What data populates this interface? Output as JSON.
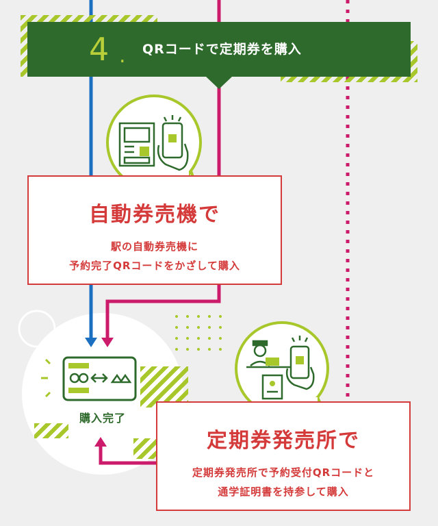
{
  "header": {
    "step_number": "4",
    "step_dot": ".",
    "title": "QRコードで定期券を購入"
  },
  "vending_card": {
    "title": "自動券売機で",
    "desc_line1": "駅の自動券売機に",
    "desc_line2": "予約完了QRコードをかざして購入"
  },
  "office_card": {
    "title": "定期券発売所で",
    "desc_line1": "定期券発売所で予約受付QRコードと",
    "desc_line2": "通学証明書を持参して購入"
  },
  "completion": {
    "label": "購入完了"
  },
  "colors": {
    "header_green": "#2e6a2b",
    "accent_lime": "#a7c72a",
    "card_red": "#d43a3a",
    "line_blue": "#1a6fc0",
    "line_magenta": "#cc1b6a"
  }
}
